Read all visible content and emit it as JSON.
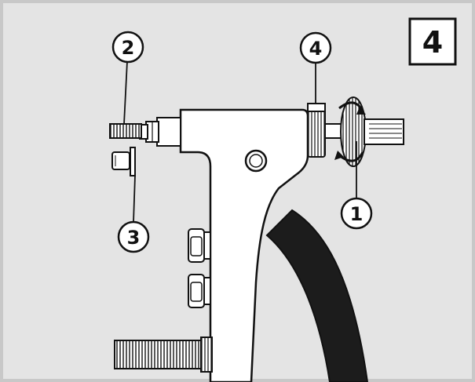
{
  "step_badge": "4",
  "callouts": {
    "c1": "1",
    "c2": "2",
    "c3": "3",
    "c4": "4"
  },
  "colors": {
    "panel": "#e4e4e4",
    "border": "#c8c8c8",
    "outline": "#111111",
    "body": "#ffffff",
    "handle_dark": "#1c1c1c"
  }
}
